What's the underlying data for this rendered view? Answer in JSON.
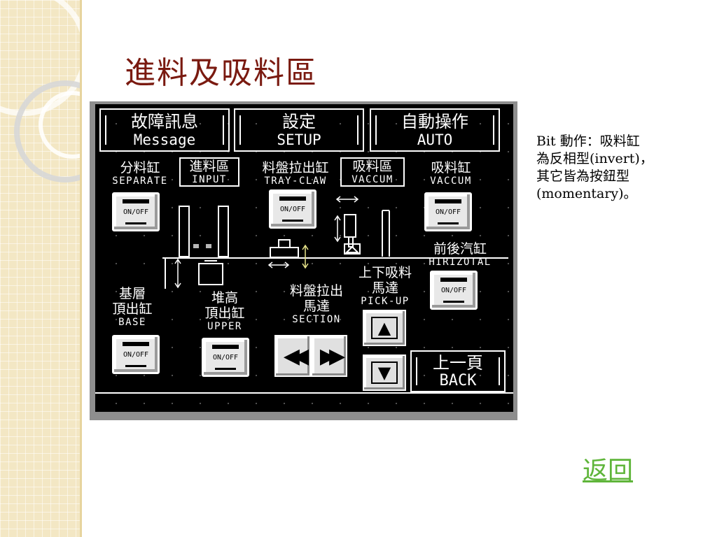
{
  "slide": {
    "title": "進料及吸料區",
    "note_line1": "Bit 動作：吸料缸",
    "note_line2": "為反相型(invert)，",
    "note_line3": "其它皆為按鈕型",
    "note_line4": "(momentary)。",
    "back_link": "返回"
  },
  "hmi": {
    "menu": [
      {
        "zh": "故障訊息",
        "en": "Message"
      },
      {
        "zh": "設定",
        "en": "SETUP"
      },
      {
        "zh": "自動操作",
        "en": "AUTO"
      }
    ],
    "labels": {
      "separate_zh": "分料缸",
      "separate_en": "SEPARATE",
      "input_zh": "進料區",
      "input_en": "INPUT",
      "tray_zh": "料盤拉出缸",
      "tray_en": "TRAY-CLAW",
      "vaccum_area_zh": "吸料區",
      "vaccum_area_en": "VACCUM",
      "vaccum_zh": "吸料缸",
      "vaccum_en": "VACCUM",
      "hirizotal_zh": "前後汽缸",
      "hirizotal_en": "HIRIZOTAL",
      "pickup_zh1": "上下吸料",
      "pickup_zh2": "馬達",
      "pickup_en": "PICK-UP",
      "base_zh1": "基層",
      "base_zh2": "頂出缸",
      "base_en": "BASE",
      "upper_zh1": "堆高",
      "upper_zh2": "頂出缸",
      "upper_en": "UPPER",
      "section_zh1": "料盤拉出",
      "section_zh2": "馬達",
      "section_en": "SECTION"
    },
    "switches": {
      "separate": "ON/OFF",
      "tray": "ON/OFF",
      "vaccum": "ON/OFF",
      "hirizotal": "ON/OFF",
      "base": "ON/OFF",
      "upper": "ON/OFF"
    },
    "back": {
      "zh": "上一頁",
      "en": "BACK"
    }
  },
  "colors": {
    "title": "#7a1a10",
    "link": "#5fb53a",
    "panel_frame": "#8e8e8e",
    "screen_bg": "#000000"
  }
}
